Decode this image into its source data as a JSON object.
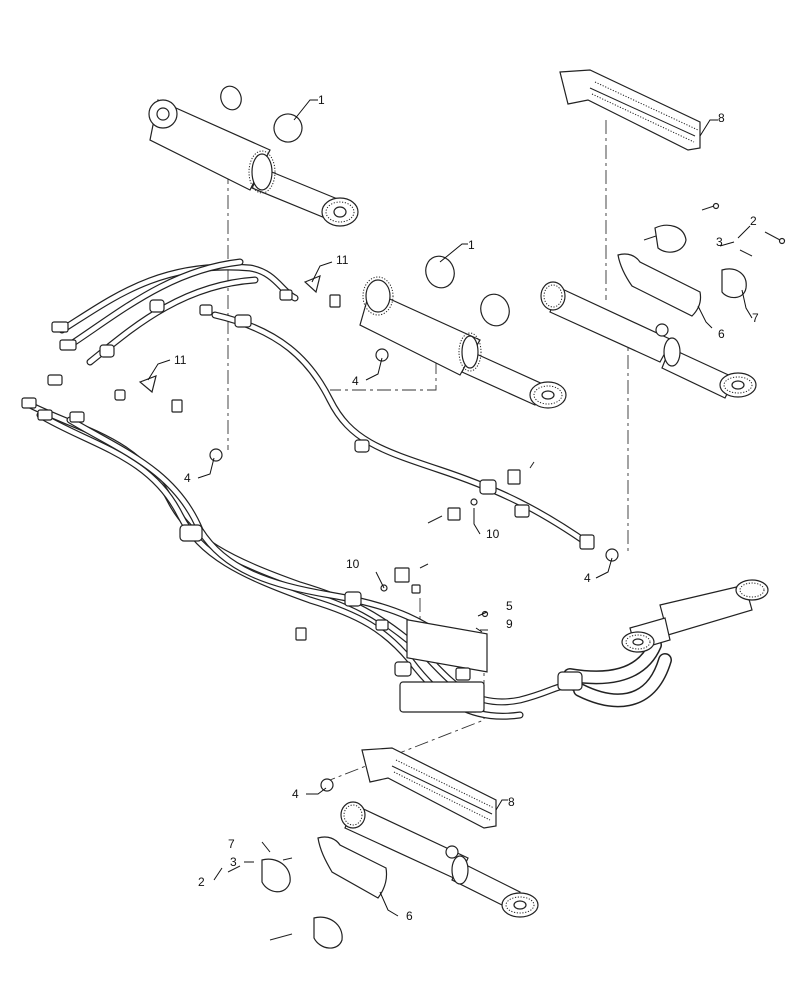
{
  "callouts": [
    {
      "id": "c1a",
      "label": "1"
    },
    {
      "id": "c1b",
      "label": "1"
    },
    {
      "id": "c2a",
      "label": "2"
    },
    {
      "id": "c2b",
      "label": "2"
    },
    {
      "id": "c3a",
      "label": "3"
    },
    {
      "id": "c3b",
      "label": "3"
    },
    {
      "id": "c4a",
      "label": "4"
    },
    {
      "id": "c4b",
      "label": "4"
    },
    {
      "id": "c4c",
      "label": "4"
    },
    {
      "id": "c4d",
      "label": "4"
    },
    {
      "id": "c5",
      "label": "5"
    },
    {
      "id": "c6a",
      "label": "6"
    },
    {
      "id": "c6b",
      "label": "6"
    },
    {
      "id": "c7a",
      "label": "7"
    },
    {
      "id": "c7b",
      "label": "7"
    },
    {
      "id": "c8a",
      "label": "8"
    },
    {
      "id": "c8b",
      "label": "8"
    },
    {
      "id": "c9",
      "label": "9"
    },
    {
      "id": "c10a",
      "label": "10"
    },
    {
      "id": "c10b",
      "label": "10"
    },
    {
      "id": "c11a",
      "label": "11"
    },
    {
      "id": "c11b",
      "label": "11"
    }
  ]
}
